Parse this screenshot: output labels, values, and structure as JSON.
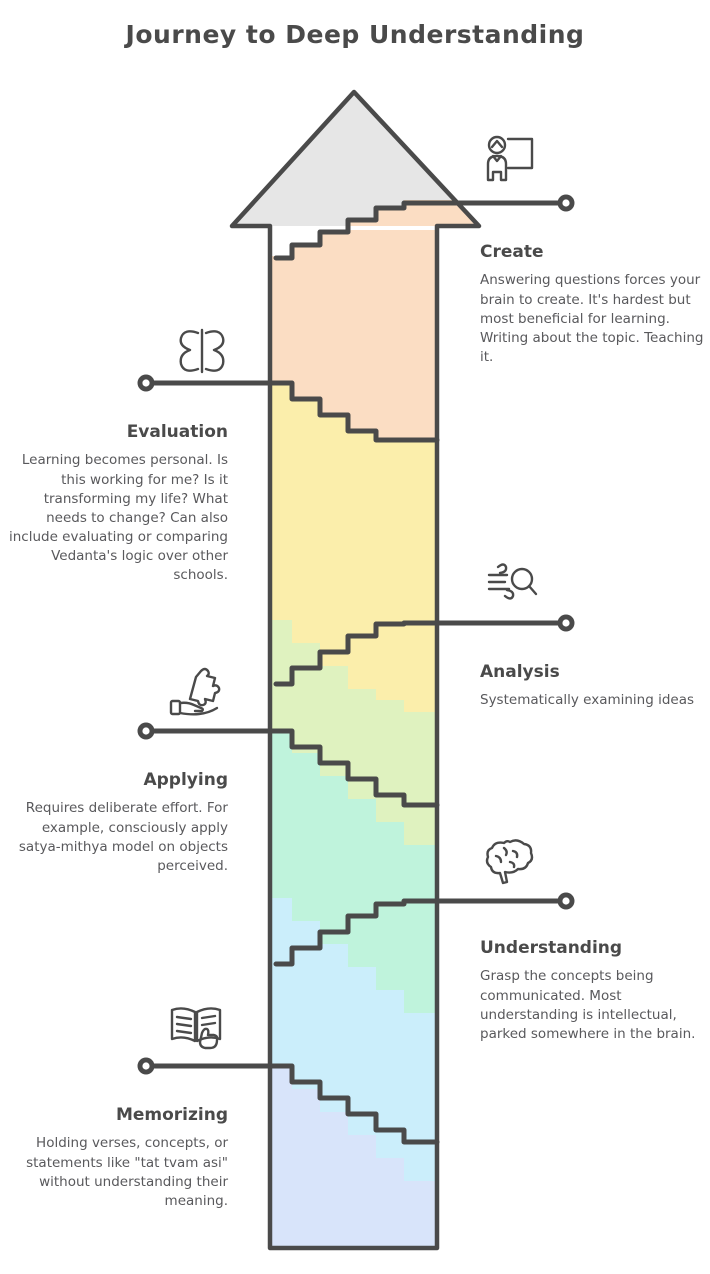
{
  "title": "Journey to Deep Understanding",
  "colors": {
    "ink": "#4a4a4a",
    "body_text": "#59595c",
    "arrow_head": "#e6e6e6",
    "create": "#fbddc3",
    "evaluation": "#fbeeab",
    "analysis": "#dff2bf",
    "applying": "#bff3dc",
    "understanding": "#cbeefb",
    "memorizing": "#d8e4fa"
  },
  "steps": [
    {
      "id": "create",
      "side": "right",
      "title": "Create",
      "desc": "Answering questions forces your brain to create. It's hardest but most beneficial for learning. Writing about the topic. Teaching it.",
      "icon": "presenter-board-icon",
      "band_color": "#fbddc3"
    },
    {
      "id": "evaluation",
      "side": "left",
      "title": "Evaluation",
      "desc": "Learning becomes personal. Is this working for me? Is it transforming my life? What needs to change? Can also include evaluating or comparing Vedanta's logic over other schools.",
      "icon": "butterfly-symmetry-icon",
      "band_color": "#fbeeab"
    },
    {
      "id": "analysis",
      "side": "right",
      "title": "Analysis",
      "desc": "Systematically examining ideas",
      "icon": "magnifier-lines-icon",
      "band_color": "#dff2bf"
    },
    {
      "id": "applying",
      "side": "left",
      "title": "Applying",
      "desc": "Requires deliberate effort. For example, consciously apply satya-mithya model on objects perceived.",
      "icon": "hand-puzzle-piece-icon",
      "band_color": "#bff3dc"
    },
    {
      "id": "understanding",
      "side": "right",
      "title": "Understanding",
      "desc": "Grasp the concepts being communicated. Most understanding is intellectual, parked somewhere in the brain.",
      "icon": "brain-icon",
      "band_color": "#cbeefb"
    },
    {
      "id": "memorizing",
      "side": "left",
      "title": "Memorizing",
      "desc": "Holding verses, concepts, or statements like \"tat tvam asi\" without understanding their meaning.",
      "icon": "open-book-pointer-icon",
      "band_color": "#d8e4fa"
    }
  ]
}
